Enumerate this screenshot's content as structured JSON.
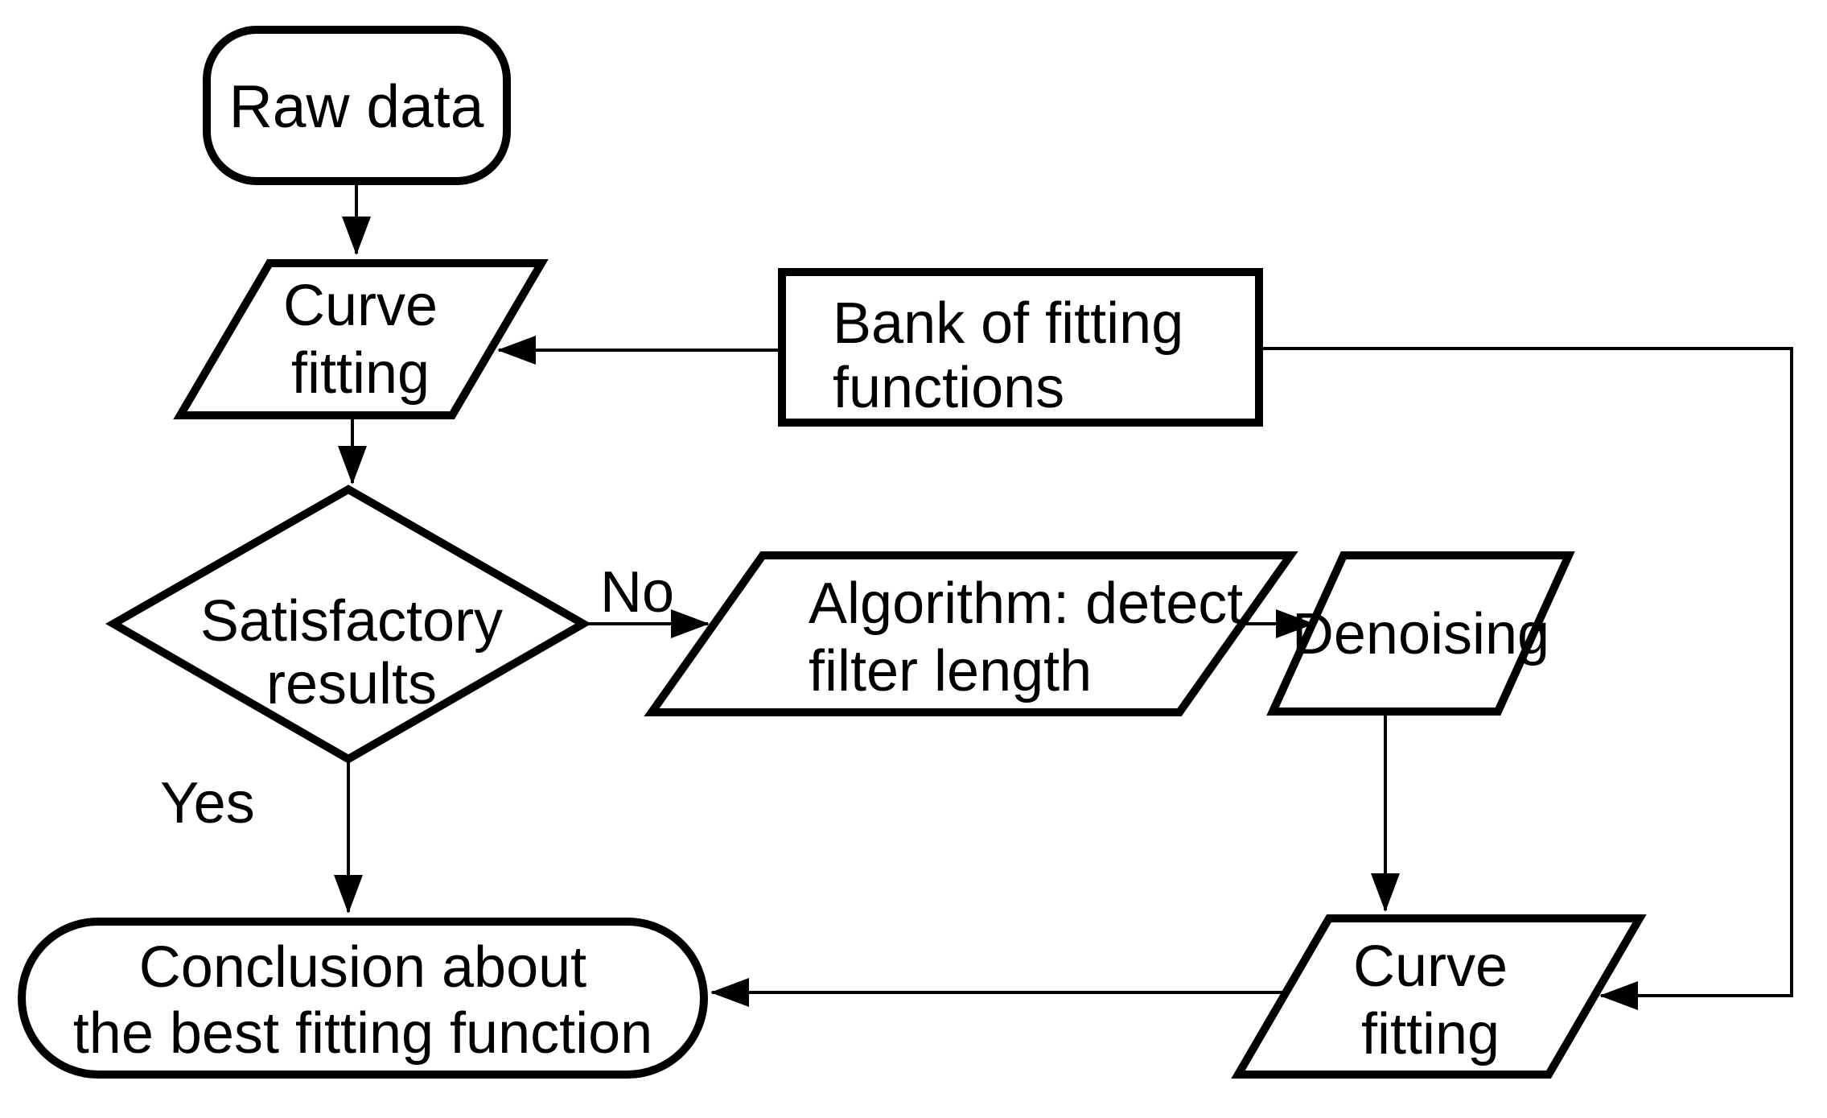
{
  "diagram": {
    "type": "flowchart",
    "background_color": "#ffffff",
    "stroke_color": "#000000",
    "fill_color": "#ffffff",
    "nodes": {
      "raw_data": {
        "shape": "terminator",
        "label": "Raw data"
      },
      "curve_fitting_top": {
        "shape": "parallelogram",
        "line1": "Curve",
        "line2": "fitting"
      },
      "bank": {
        "shape": "rectangle",
        "line1": "Bank of fitting",
        "line2": "functions"
      },
      "decision": {
        "shape": "diamond",
        "line1": "Satisfactory",
        "line2": "results"
      },
      "algorithm": {
        "shape": "parallelogram",
        "line1": "Algorithm: detect",
        "line2": "filter length"
      },
      "denoising": {
        "shape": "parallelogram",
        "label": "Denoising"
      },
      "curve_fitting_bottom": {
        "shape": "parallelogram",
        "line1": "Curve",
        "line2": "fitting"
      },
      "conclusion": {
        "shape": "terminator",
        "line1": "Conclusion about",
        "line2": "the best fitting function"
      }
    },
    "edge_labels": {
      "no": "No",
      "yes": "Yes"
    },
    "edges": [
      {
        "from": "raw_data",
        "to": "curve_fitting_top",
        "label": ""
      },
      {
        "from": "bank",
        "to": "curve_fitting_top",
        "label": ""
      },
      {
        "from": "curve_fitting_top",
        "to": "decision",
        "label": ""
      },
      {
        "from": "decision",
        "to": "algorithm",
        "label": "No"
      },
      {
        "from": "algorithm",
        "to": "denoising",
        "label": ""
      },
      {
        "from": "denoising",
        "to": "curve_fitting_bottom",
        "label": ""
      },
      {
        "from": "bank",
        "to": "curve_fitting_bottom",
        "label": ""
      },
      {
        "from": "decision",
        "to": "conclusion",
        "label": "Yes"
      },
      {
        "from": "curve_fitting_bottom",
        "to": "conclusion",
        "label": ""
      }
    ]
  }
}
